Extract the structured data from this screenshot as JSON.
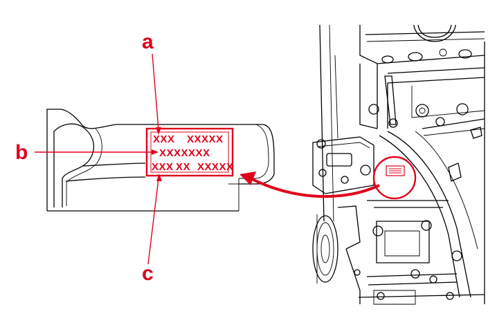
{
  "callouts": {
    "a": "a",
    "b": "b",
    "c": "c"
  },
  "code_rows": {
    "row1_left": "XXX",
    "row1_right": "XXXXX",
    "row2": "XXXXXXX",
    "row3_left": "XXX",
    "row3_mid": "XX",
    "row3_right": "XXXXX"
  },
  "colors": {
    "accent_red": "#e0001b",
    "line_black": "#000000",
    "background": "#ffffff"
  }
}
